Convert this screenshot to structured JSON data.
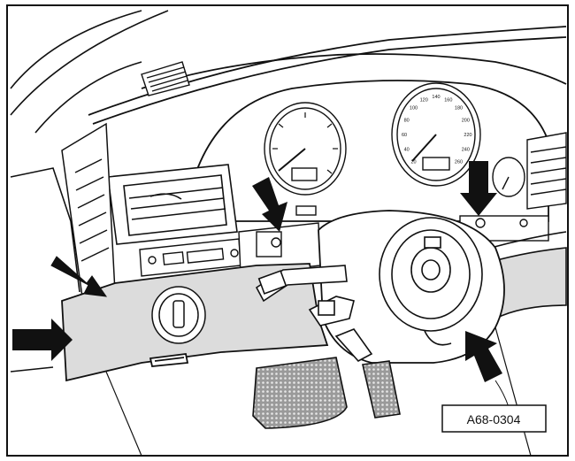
{
  "figure": {
    "code": "A68-0304"
  },
  "colors": {
    "ink": "#111111",
    "trim_fill": "#dcdcdc",
    "panel_fill": "#ffffff",
    "pedal_fill": "#bfbfbf",
    "background": "#ffffff"
  },
  "gauges": {
    "speedometer": {
      "ticks": [
        "20",
        "40",
        "60",
        "80",
        "100",
        "120",
        "140",
        "160",
        "180",
        "200",
        "220",
        "240",
        "260"
      ]
    }
  },
  "arrows": [
    {
      "name": "arrow-upper-left-screw",
      "points_to": "trim screw under left vent"
    },
    {
      "name": "arrow-lower-left-clip",
      "points_to": "lower left trim clip"
    },
    {
      "name": "arrow-center-screw",
      "points_to": "center panel screw"
    },
    {
      "name": "arrow-right-screw",
      "points_to": "right panel screw"
    },
    {
      "name": "arrow-lower-column-clip",
      "points_to": "steering column trim clip"
    }
  ]
}
